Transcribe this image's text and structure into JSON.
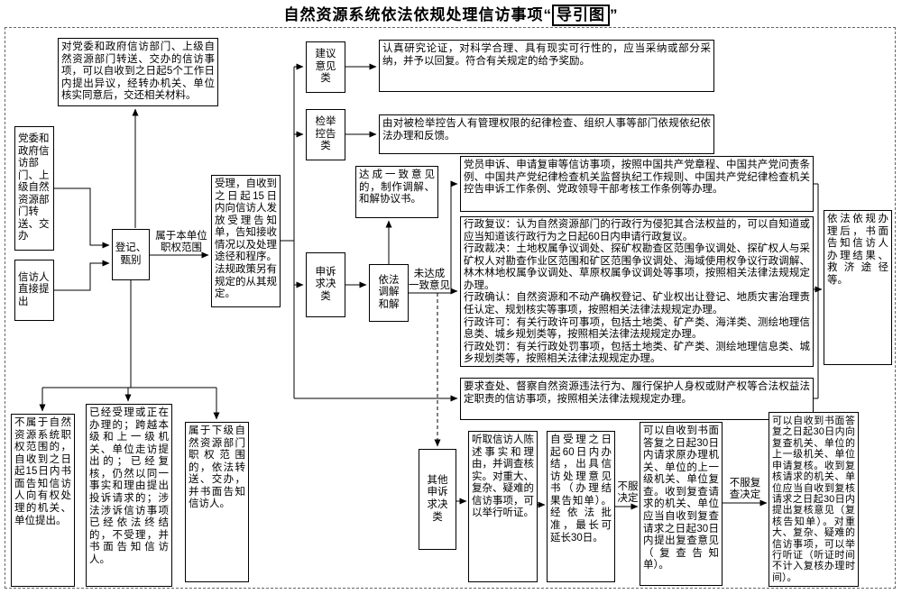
{
  "title": {
    "text": "自然资源系统依法依规处理信访事项",
    "open_quote": "“",
    "boxed": "导引图",
    "close_quote": "”"
  },
  "nodes": {
    "note": {
      "text": "对党委和政府信访部门、上级自然资源部门转送、交办的信访事项，可以自收到之日起5个工作日内提出异议，经转办机关、单位核实同意后，交还相关材料。"
    },
    "party_gov": {
      "text": "党委和政府信访部门、上级自然资源部门转送、交办"
    },
    "petitioner": {
      "text": "信访人直接提出"
    },
    "register": {
      "text": "登记、\n甄别"
    },
    "accept": {
      "text": "受理，自收到之日起15日内向信访人发放受理告知单，告知接收情况以及处理途径和程序。法规政策另有规定的从其规定。"
    },
    "suggest": {
      "text": "建议\n意见\n类"
    },
    "suggest_result": {
      "text": "认真研究论证，对科学合理、具有现实可行性的，应当采纳或部分采纳，并予以回复。符合有关规定的给予奖励。"
    },
    "report": {
      "text": "检举\n控告\n类"
    },
    "report_result": {
      "text": "由对被检举控告人有管理权限的纪律检查、组织人事等部门依规依纪依法办理和反馈。"
    },
    "appeal": {
      "text": "申诉\n求决\n类"
    },
    "agree": {
      "text": "达成一致意见的，制作调解、和解协议书。"
    },
    "mediate": {
      "text": "依法\n调解\n和解"
    },
    "party_appeal": {
      "text": "党员申诉、申请复审等信访事项，按照中国共产党章程、中国共产党问责条例、中国共产党纪律检查机关监督执纪工作规则、中国共产党纪律检查机关控告申诉工作条例、党政领导干部考核工作条例等办理。"
    },
    "admin": {
      "paragraphs": [
        "行政复议：认为自然资源部门的行政行为侵犯其合法权益的，可以自知道或应当知道该行政行为之日起60日内申请行政复议。",
        "行政裁决：土地权属争议调处、探矿权勘查区范围争议调处、探矿权人与采矿权人对勘查作业区范围和矿区范围争议调处、海域使用权争议行政调解、林木林地权属争议调处、草原权属争议调处等事项，按照相关法律法规规定办理。",
        "行政确认：自然资源和不动产确权登记、矿业权出让登记、地质灾害治理责任认定、规划核实等事项，按照相关法律法规规定办理。",
        "行政许可：有关行政许可事项，包括土地类、矿产类、海洋类、测绘地理信息类、城乡规划类等，按照相关法律法规规定办理。",
        "行政处罚：有关行政处罚事项，包括土地类、矿产类、测绘地理信息类、城乡规划类等，按照相关法律法规规定办理。"
      ]
    },
    "investigate": {
      "text": "要求查处、督察自然资源违法行为、履行保护人身权或财产权等合法权益法定职责的信访事项，按照相关法律法规规定办理。"
    },
    "lawful_result": {
      "text": "依法依规办理后，书面告知信访人办理结果、救济途径等。"
    },
    "not_in_scope": {
      "text": "不属于自然资源系统职权范围的，自收到之日起15日内书面告知信访人向有权处理的机关、单位提出。"
    },
    "not_accept": {
      "text": "已经受理或正在办理的；跨越本级和上一级机关、单位走访提出的；已经复核，仍然以同一事实和理由提出投诉请求的；涉法涉诉信访事项已经依法终结的，不受理，并书面告知信访人。"
    },
    "lower_level": {
      "text": "属于下级自然资源部门职权范围的，依法转送、交办，并书面告知信访人。"
    },
    "other_appeal": {
      "text": "其他\n申诉\n求决\n类"
    },
    "listen": {
      "text": "听取信访人陈述事实和理由，并调查核实。对重大、复杂、疑难的信访事项，可以举行听证。"
    },
    "within_60": {
      "text": "自受理之日起60日内办结，出具信访处理意见书（办理结果告知单）。经依法批准，最长可延长30日。"
    },
    "review": {
      "text": "可以自收到书面答复之日起30日内请求原办理机关、单位的上一级机关、单位复查。收到复查请求的机关、单位应当自收到复查请求之日起30日内提出复查意见（复查告知单）。"
    },
    "recheck": {
      "text": "可以自收到书面答复之日起30日内向复查机关、单位的上一级机关、单位申请复核。收到复核请求的机关、单位应当自收到复核请求之日起30日内提出复核意见（复核告知单）。对重大、复杂、疑难的信访事项，可以举行听证（听证时间不计入复核办理时间）。"
    }
  },
  "labels": {
    "in_scope": "属于本单位\n职权范围",
    "no_agreement": "未达成\n一致意见",
    "dissatisfied": "不服\n决定",
    "dissatisfied_review": "不服复\n查决定"
  }
}
